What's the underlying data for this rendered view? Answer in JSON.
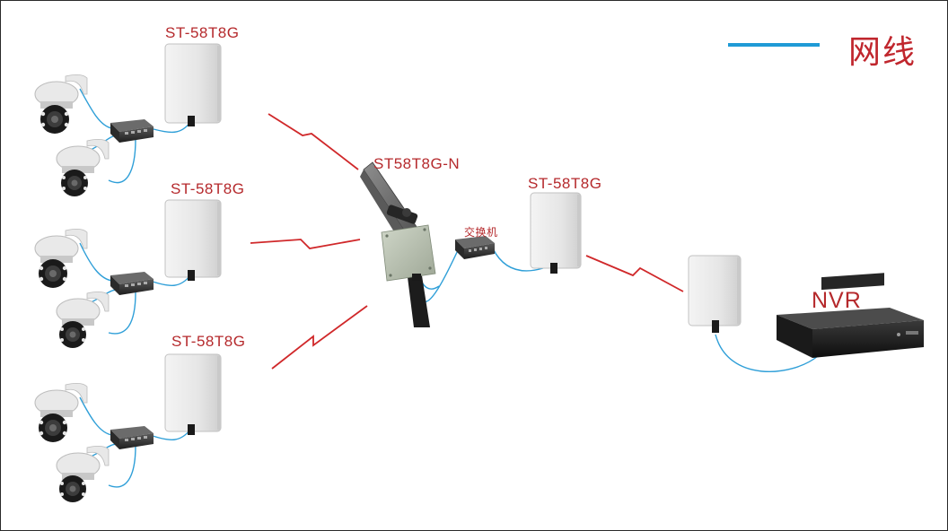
{
  "legend": {
    "label": "网线",
    "line_color": "#1f9ad6"
  },
  "labels": {
    "ap1": "ST-58T8G",
    "ap2": "ST-58T8G",
    "ap3": "ST-58T8G",
    "base": "ST58T8G-N",
    "switch": "交换机",
    "relay": "ST-58T8G",
    "nvr": "NVR"
  },
  "colors": {
    "label_red": "#b5292c",
    "cable_blue": "#2f9fd8",
    "wireless_red": "#d0282a"
  }
}
